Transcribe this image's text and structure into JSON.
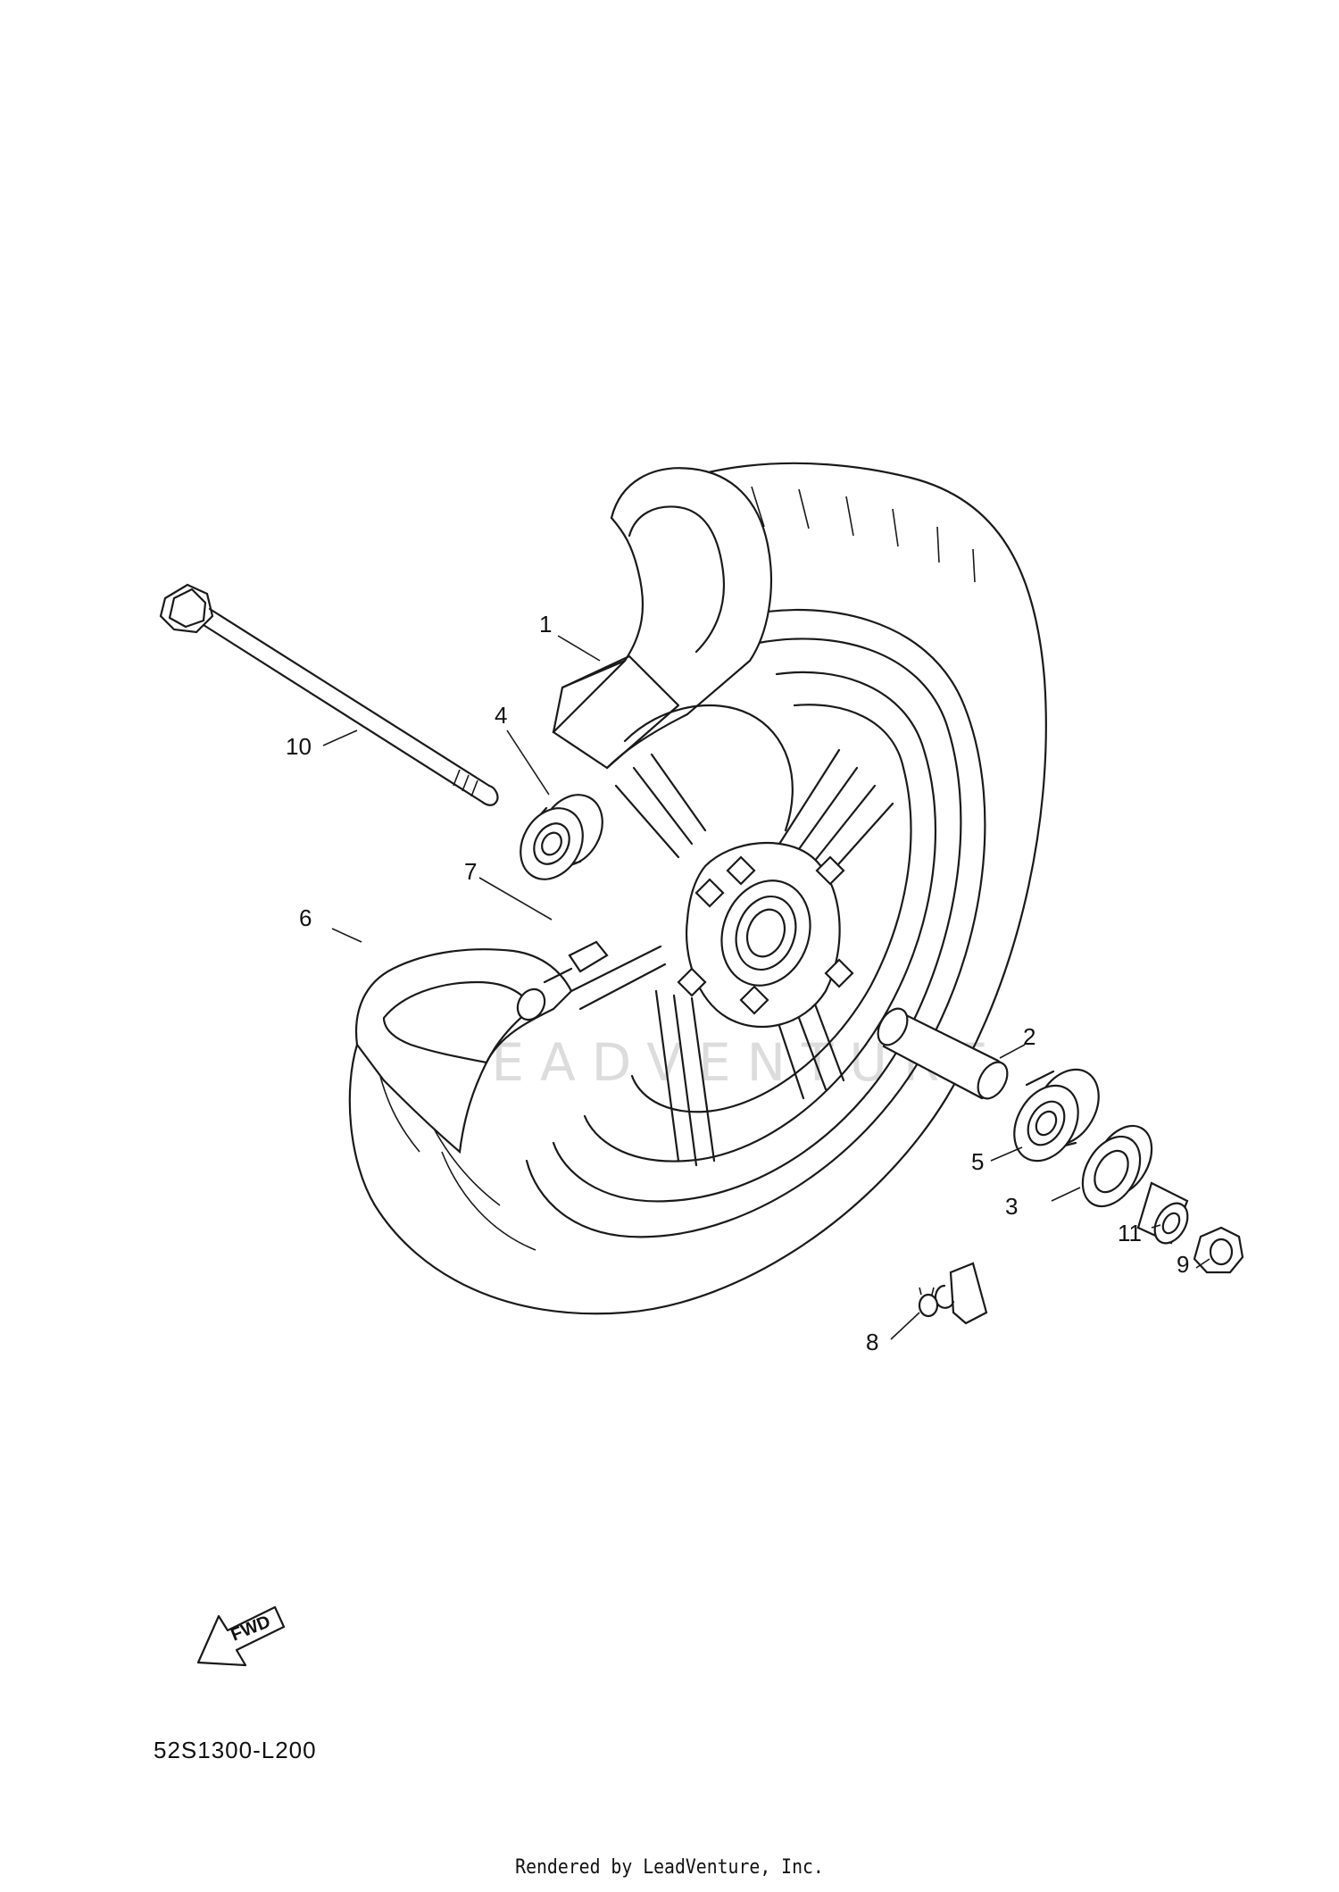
{
  "watermark": "LEADVENTURE",
  "diagram_code": "52S1300-L200",
  "fwd_label": "FWD",
  "credit": "Rendered by LeadVenture, Inc.",
  "callouts": [
    {
      "id": "1",
      "text": "1"
    },
    {
      "id": "2",
      "text": "2"
    },
    {
      "id": "3",
      "text": "3"
    },
    {
      "id": "4",
      "text": "4"
    },
    {
      "id": "5",
      "text": "5"
    },
    {
      "id": "6",
      "text": "6"
    },
    {
      "id": "7",
      "text": "7"
    },
    {
      "id": "8",
      "text": "8"
    },
    {
      "id": "9",
      "text": "9"
    },
    {
      "id": "10",
      "text": "10"
    },
    {
      "id": "11",
      "text": "11"
    }
  ],
  "icons": {
    "direction": "fwd-arrow-icon"
  }
}
